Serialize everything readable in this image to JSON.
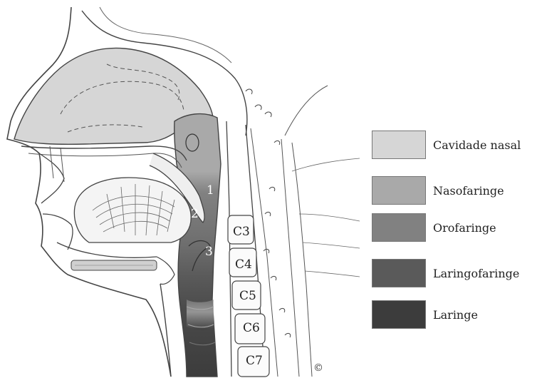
{
  "legend": [
    {
      "label": "Cavidade nasal",
      "color": "#d6d6d6"
    },
    {
      "label": "Nasofaringe",
      "color": "#a9a9a9"
    },
    {
      "label": "Orofaringe",
      "color": "#818181"
    },
    {
      "label": "Laringofaringe",
      "color": "#5a5a5a"
    },
    {
      "label": "Laringe",
      "color": "#3c3c3c"
    }
  ],
  "region_numbers": [
    "1",
    "2",
    "3"
  ],
  "vertebrae": [
    "C3",
    "C4",
    "C5",
    "C6",
    "C7"
  ],
  "copyright_mark": "©"
}
